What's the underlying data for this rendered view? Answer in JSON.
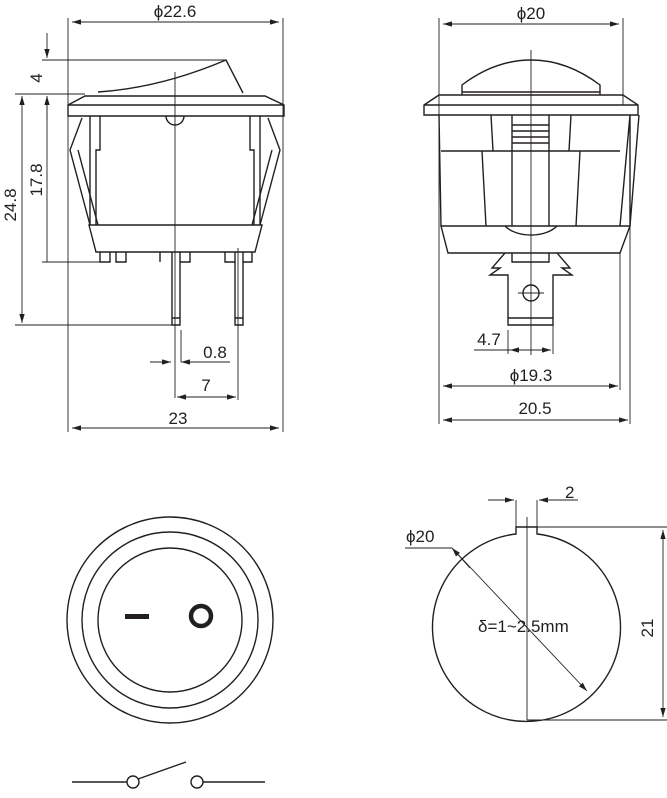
{
  "side_view": {
    "diameter": "ϕ22.6",
    "rocker_height": "4",
    "total_height": "24.8",
    "body_height": "17.8",
    "pin_width": "0.8",
    "pin_spacing": "7",
    "width": "23"
  },
  "front_view": {
    "dome_diameter": "ϕ20",
    "terminal_width": "4.7",
    "base_diameter": "ϕ19.3",
    "width": "20.5"
  },
  "cutout": {
    "diameter": "ϕ20",
    "notch_width": "2",
    "height": "21",
    "thickness": "δ=1~2.5mm"
  },
  "colors": {
    "line": "#231f20"
  }
}
